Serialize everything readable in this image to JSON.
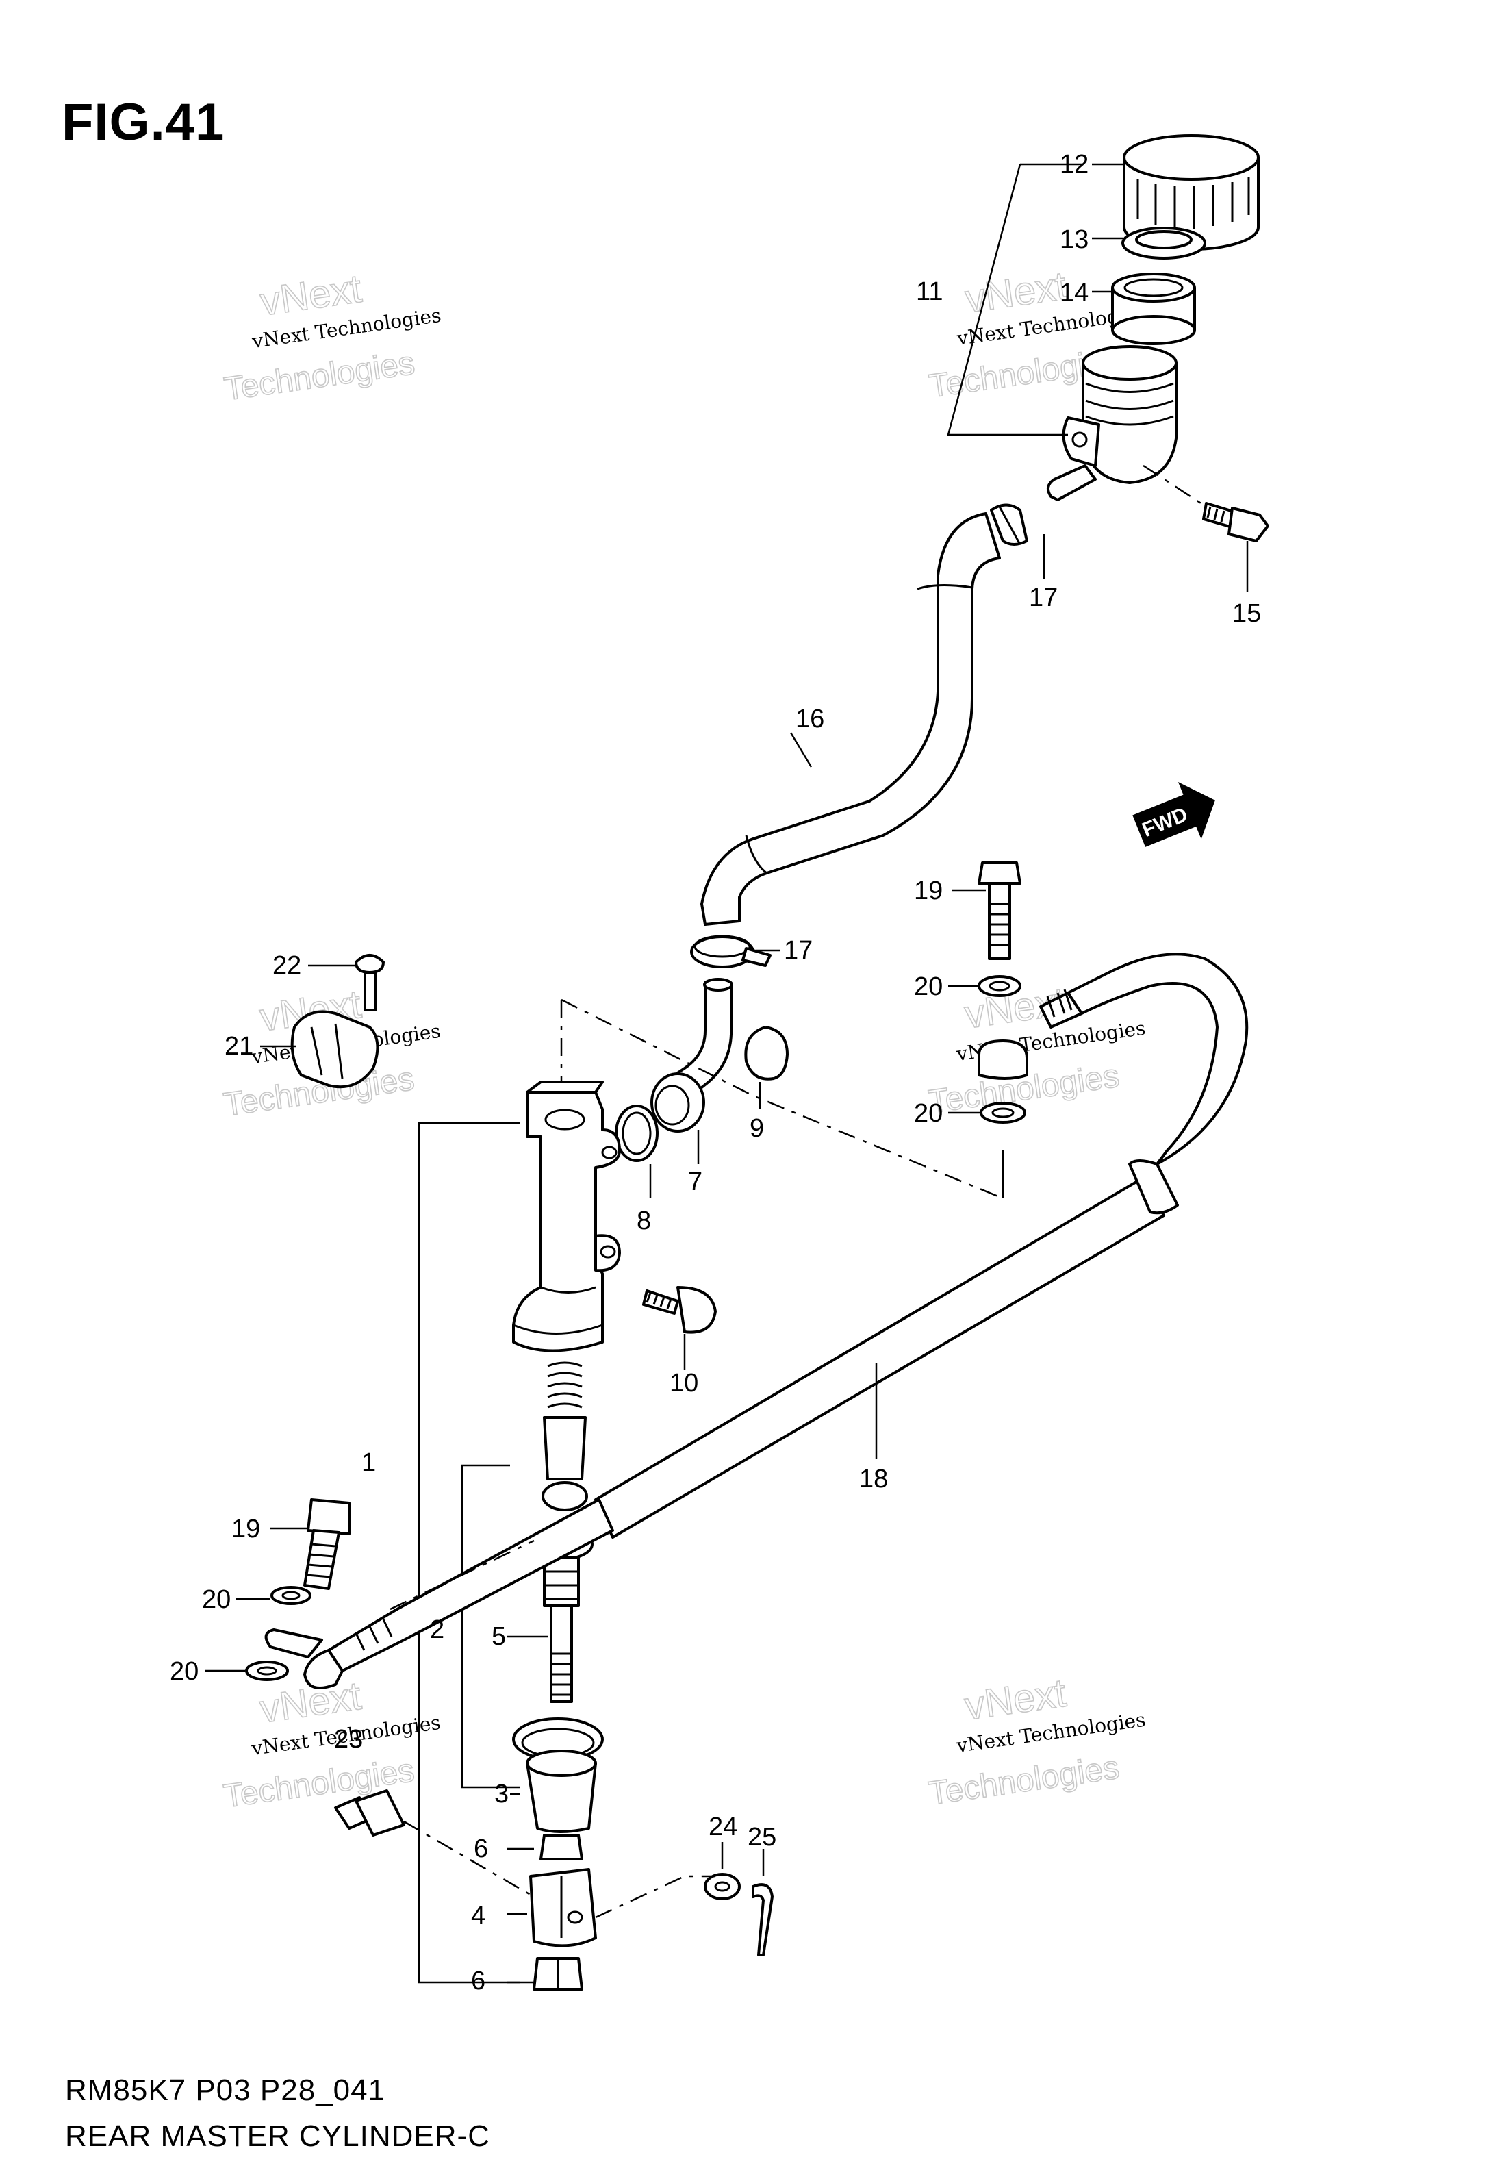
{
  "figure_label": "FIG.41",
  "footer": {
    "model_code": "RM85K7  P03  P28_041",
    "section_title": "REAR MASTER CYLINDER-C"
  },
  "direction_badge": "FWD",
  "watermark": {
    "company_line": "vNext Technologies",
    "big_line_top": "vNext",
    "big_line_bottom": "Technologies"
  },
  "callouts": {
    "c1": "1",
    "c2": "2",
    "c3": "3",
    "c4": "4",
    "c5": "5",
    "c6a": "6",
    "c6b": "6",
    "c7": "7",
    "c8": "8",
    "c9": "9",
    "c10": "10",
    "c11": "11",
    "c12": "12",
    "c13": "13",
    "c14": "14",
    "c15": "15",
    "c16": "16",
    "c17a": "17",
    "c17b": "17",
    "c18": "18",
    "c19a": "19",
    "c19b": "19",
    "c20a": "20",
    "c20b": "20",
    "c20c": "20",
    "c20d": "20",
    "c21": "21",
    "c22": "22",
    "c23": "23",
    "c24": "24",
    "c25": "25"
  }
}
